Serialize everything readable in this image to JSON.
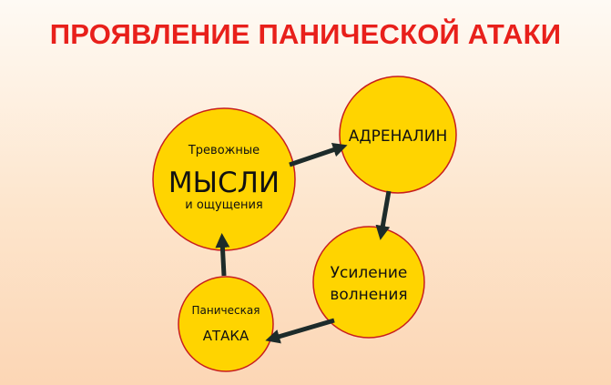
{
  "title": "ПРОЯВЛЕНИЕ ПАНИЧЕСКОЙ АТАКИ",
  "colors": {
    "title": "#e8201b",
    "node_fill": "#ffd400",
    "node_stroke": "#c81e1e",
    "arrow": "#1d2b2a"
  },
  "nodes": {
    "thoughts": {
      "top_label": "Тревожные",
      "main_label": "МЫСЛИ",
      "bottom_label": "и ощущения"
    },
    "adrenaline": {
      "label": "АДРЕНАЛИН"
    },
    "anxiety": {
      "line1": "Усиление",
      "line2": "волнения"
    },
    "attack": {
      "top_label": "Паническая",
      "main_label": "АТАКА"
    }
  }
}
